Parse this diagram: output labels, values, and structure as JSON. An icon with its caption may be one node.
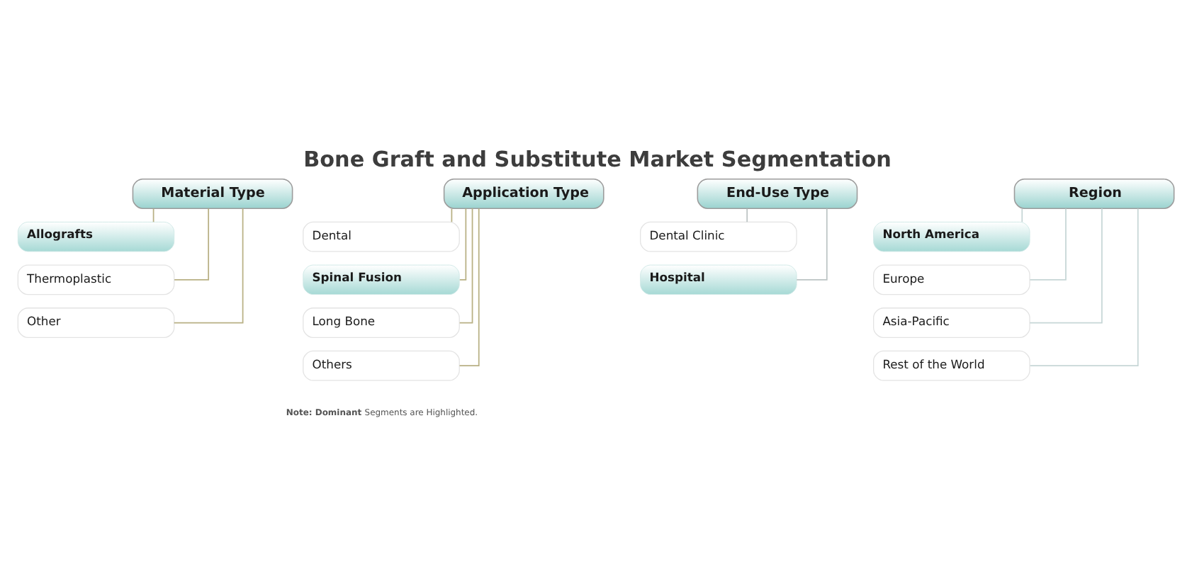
{
  "diagram": {
    "title": "Bone Graft and Substitute Market Segmentation",
    "nodes": [
      {
        "text": [
          "Material Type"
        ]
      },
      {
        "text": [
          "Allografts"
        ]
      },
      {
        "text": [
          "Thermoplastic"
        ]
      },
      {
        "text": [
          "Other"
        ]
      },
      {
        "text": [
          "Application Type"
        ]
      },
      {
        "text": [
          "Dental"
        ]
      },
      {
        "text": [
          "Spinal Fusion"
        ]
      },
      {
        "text": [
          "Long Bone"
        ]
      },
      {
        "text": [
          "Others"
        ]
      },
      {
        "text": [
          "End-Use Type"
        ]
      },
      {
        "text": [
          "Dental Clinic"
        ]
      },
      {
        "text": [
          "Hospital"
        ]
      },
      {
        "text": [
          "Region"
        ]
      },
      {
        "text": [
          "North America"
        ]
      },
      {
        "text": [
          "Europe"
        ]
      },
      {
        "text": [
          "Asia-Pacific"
        ]
      },
      {
        "text": [
          "Rest of the World"
        ]
      }
    ],
    "edges": [
      {
        "from": 0,
        "to": 1,
        "arrow": "none"
      },
      {
        "from": 0,
        "to": 2,
        "arrow": "none"
      },
      {
        "from": 0,
        "to": 3,
        "arrow": "none"
      },
      {
        "from": 4,
        "to": 5,
        "arrow": "none"
      },
      {
        "from": 4,
        "to": 6,
        "arrow": "none"
      },
      {
        "from": 4,
        "to": 7,
        "arrow": "none"
      },
      {
        "from": 4,
        "to": 8,
        "arrow": "none"
      },
      {
        "from": 9,
        "to": 10,
        "arrow": "none",
        "color": "#bcc4c4"
      },
      {
        "from": 9,
        "to": 11,
        "arrow": "none",
        "color": "#bcc4c4"
      },
      {
        "from": 12,
        "to": 13,
        "arrow": "none",
        "color": "#c6d6d6"
      },
      {
        "from": 12,
        "to": 14,
        "arrow": "none",
        "color": "#c6d6d6"
      },
      {
        "from": 12,
        "to": 15,
        "arrow": "none",
        "color": "#c6d6d6"
      },
      {
        "from": 12,
        "to": 16,
        "arrow": "none",
        "color": "#c6d6d6"
      }
    ],
    "labels": [
      "**Note: Dominant** Segments are Highlighted."
    ]
  }
}
